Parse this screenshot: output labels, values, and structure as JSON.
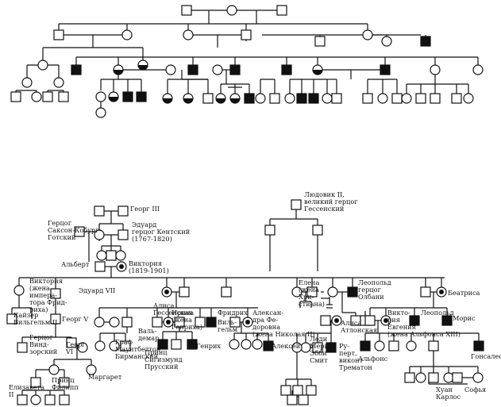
{
  "diagram": {
    "top": {
      "type": "pedigree-chart",
      "labels": []
    },
    "bottom": {
      "type": "pedigree-chart",
      "labels": {
        "ludwig": [
          "Людовик II,",
          "великий герцог",
          "Гессенский"
        ],
        "george3": [
          "Георг III"
        ],
        "saxe": [
          "Герцог",
          "Саксон-Кобург-",
          "Готский"
        ],
        "edward": [
          "Эдуард",
          "герцог Кентский",
          "(1767-1820)"
        ],
        "albert": [
          "Альберт"
        ],
        "victoria": [
          "Виктория",
          "(1819-1901)"
        ],
        "vicfred": [
          "Виктория",
          "(жена",
          "импера-",
          "тора Фрид-",
          "риха)"
        ],
        "edward7": [
          "Эдуард VII"
        ],
        "kaiser": [
          "Кайзер",
          "Вильгельм II"
        ],
        "george5": [
          "Георг V"
        ],
        "windsor": [
          "Герцог",
          "Винд-",
          "зорский"
        ],
        "george6": [
          "Георг",
          "VI"
        ],
        "earl": [
          "Граф",
          "Маунтбеттон",
          "Бирманский"
        ],
        "margaret": [
          "Маргарет"
        ],
        "elizabeth": [
          "Елизавета",
          "II"
        ],
        "philip": [
          "Принц",
          "Филипп"
        ],
        "alice": [
          "Алиса",
          "Гессенская"
        ],
        "irina": [
          "Ирина",
          "(жена",
          "Генриха)"
        ],
        "waldemar": [
          "Валь-",
          "демар"
        ],
        "sigismund": [
          "Принц",
          "Сигизмунд",
          "Прусский"
        ],
        "henry": [
          "Генрих"
        ],
        "fritz": [
          "Фридрих"
        ],
        "wilhelm": [
          "Виль-",
          "гельм"
        ],
        "alexandra": [
          "Алексан-",
          "дра Фе-",
          "доровна",
          "(жена Николая II)"
        ],
        "alexei": [
          "Алексей"
        ],
        "helena": [
          "Елена",
          "(жена",
          "Хри-",
          "стиана)"
        ],
        "leopold": [
          "Леопольд",
          "герцог",
          "Олбани"
        ],
        "beatrice": [
          "Беатриса"
        ],
        "aliceath": [
          "Алиса",
          "Атлонская"
        ],
        "lady": [
          "Леди",
          "Мери",
          "Эбби",
          "Смит"
        ],
        "rupert": [
          "Ру-",
          "перт,",
          "виконт",
          "Трематон"
        ],
        "vicena": [
          "Викто-",
          "рия",
          "Евгения",
          "(жена Альфонса XIII)"
        ],
        "leopold2": [
          "Леопольд"
        ],
        "maurice": [
          "Морис"
        ],
        "alfonso": [
          "Альфонс"
        ],
        "gonzalo": [
          "Гонсалес"
        ],
        "juan": [
          "Хуан",
          "Карлос"
        ],
        "sofia": [
          "Софья"
        ]
      }
    }
  }
}
